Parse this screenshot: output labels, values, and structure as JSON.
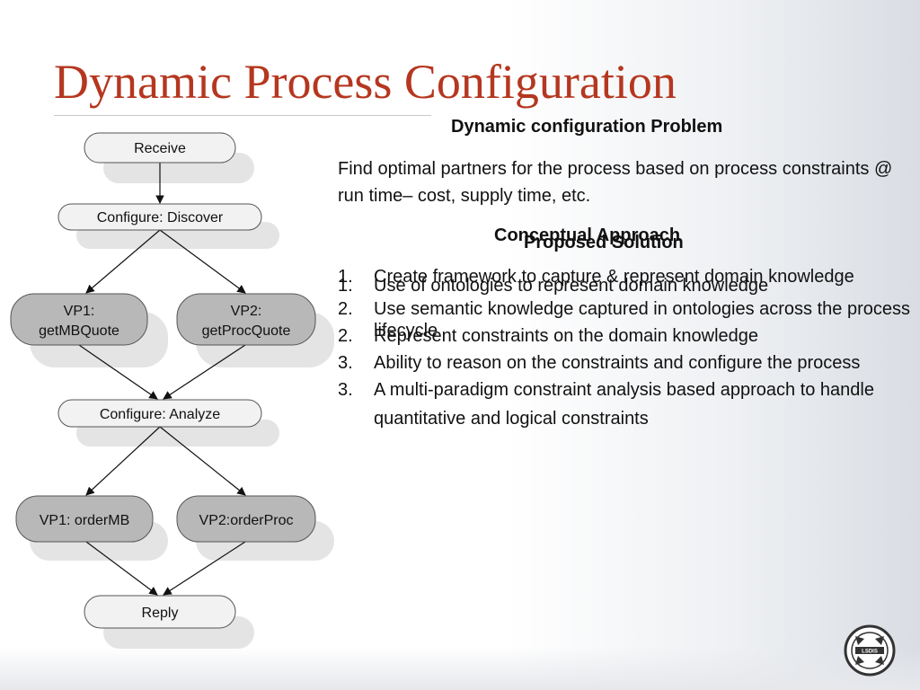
{
  "slide": {
    "title": "Dynamic Process Configuration"
  },
  "flow": {
    "nodes": {
      "receive": "Receive",
      "discover": "Configure: Discover",
      "vp1_quote_l1": "VP1:",
      "vp1_quote_l2": "getMBQuote",
      "vp2_quote_l1": "VP2:",
      "vp2_quote_l2": "getProcQuote",
      "analyze": "Configure: Analyze",
      "vp1_order": "VP1: orderMB",
      "vp2_order": "VP2:orderProc",
      "reply": "Reply"
    },
    "colors": {
      "node_fill_light": "#f2f2f2",
      "node_fill_dark": "#b8b8b8",
      "shadow": "#e4e4e4",
      "stroke": "#555555"
    }
  },
  "problem": {
    "heading": "Dynamic configuration Problem",
    "text": "Find optimal partners for the process based on process constraints @ run time– cost,  supply time, etc."
  },
  "approach": {
    "heading": "Conceptual Approach",
    "items": [
      {
        "num": "1.",
        "text": "Create framework to capture & represent domain knowledge"
      },
      {
        "num": "2.",
        "text": "Use semantic knowledge captured in ontologies across the process lifecycle"
      },
      {
        "num": "3.",
        "text": "Ability to reason on the constraints and configure the process"
      }
    ]
  },
  "solution": {
    "heading": "Proposed Solution",
    "items": [
      {
        "num": "1.",
        "text": "Use of ontologies to represent domain knowledge"
      },
      {
        "num": "2.",
        "text": "Represent constraints on the domain knowledge"
      },
      {
        "num": "3.",
        "text": "A multi-paradigm constraint analysis based approach to handle quantitative and logical constraints"
      }
    ]
  },
  "colors": {
    "title": "#b5371f"
  },
  "logo": {
    "text": "LSDIS"
  }
}
